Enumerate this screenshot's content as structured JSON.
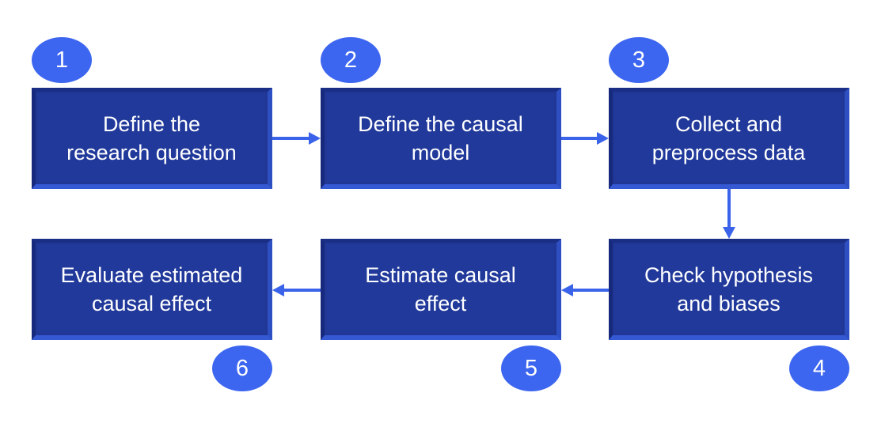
{
  "steps": [
    {
      "number": "1",
      "label": "Define the\nresearch question"
    },
    {
      "number": "2",
      "label": "Define the causal\nmodel"
    },
    {
      "number": "3",
      "label": "Collect and\npreprocess data"
    },
    {
      "number": "4",
      "label": "Check hypothesis\nand biases"
    },
    {
      "number": "5",
      "label": "Estimate causal\neffect"
    },
    {
      "number": "6",
      "label": "Evaluate estimated\ncausal effect"
    }
  ],
  "colors": {
    "box": "#21399a",
    "badge": "#3d66f0",
    "arrow": "#3b63ea"
  }
}
